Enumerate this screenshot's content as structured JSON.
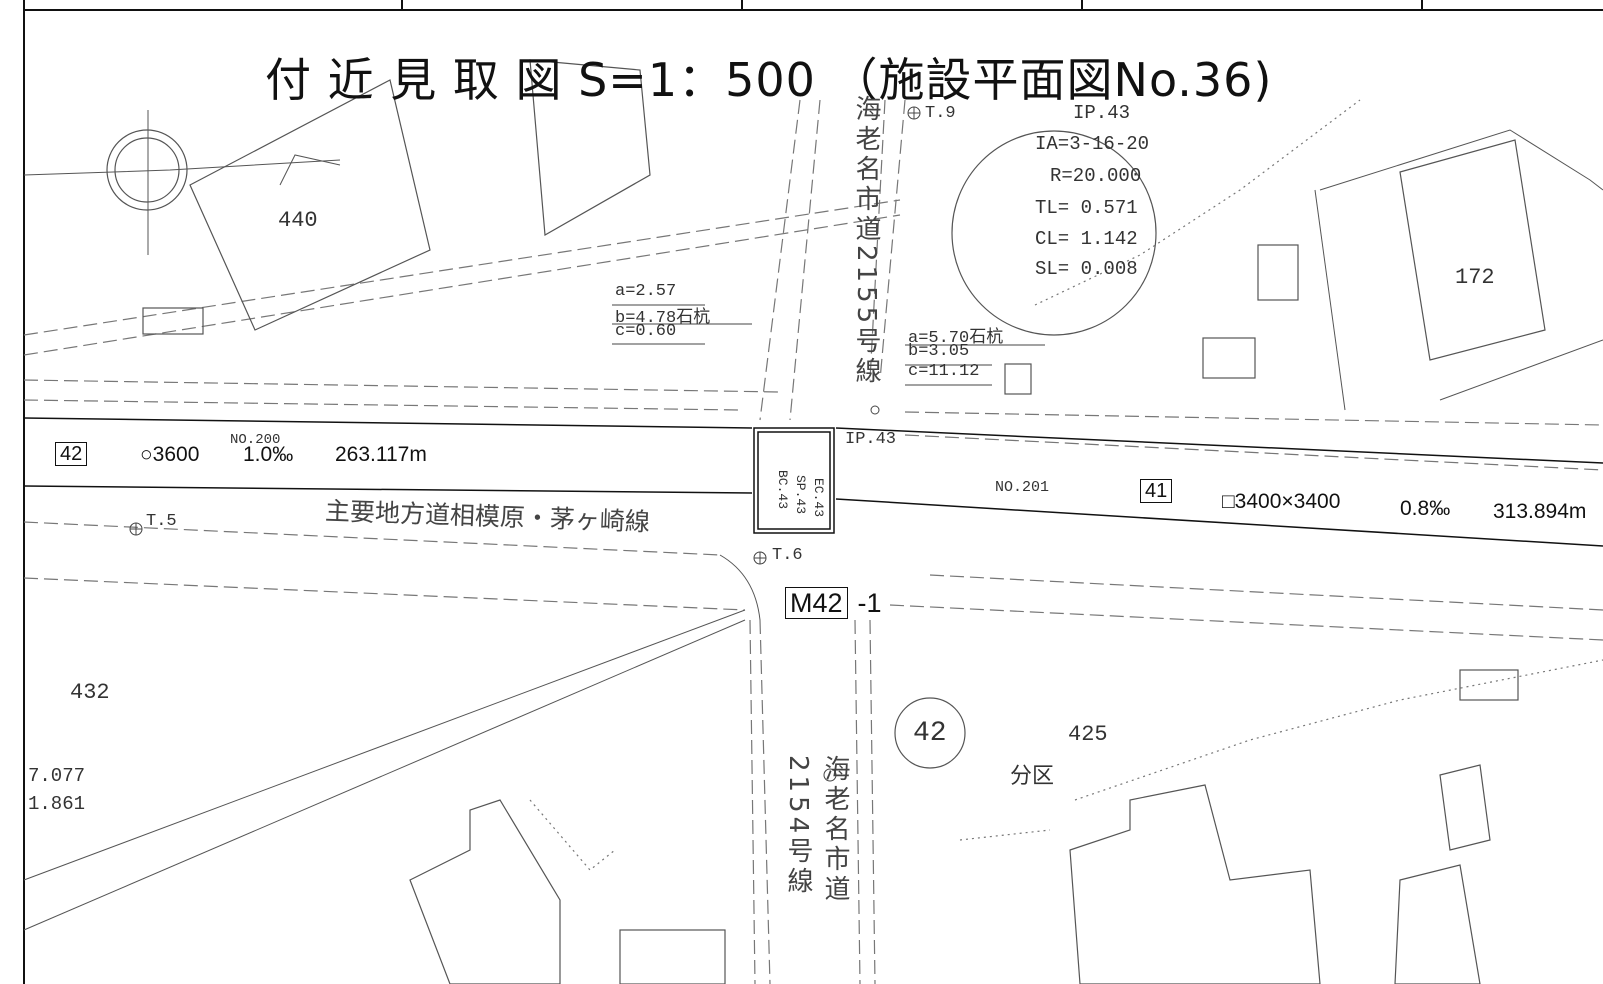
{
  "title": "付 近 見 取 図  S=1：500 （施設平面図No.36)",
  "segment_west": {
    "id": "42",
    "spec": "○3600",
    "slope": "1.0‰",
    "length": "263.117m",
    "station": "NO.200"
  },
  "segment_east": {
    "id": "41",
    "spec": "□3400×3400",
    "slope": "0.8‰",
    "length": "313.894m",
    "station": "NO.201"
  },
  "manhole": {
    "id": "M42",
    "suffix": "-1"
  },
  "roads": {
    "north": "海老名市道2155号線",
    "south": "海老名市道2154号線",
    "main": "主要地方道相模原・茅ヶ崎線"
  },
  "curve": {
    "ip": "IP.43",
    "ia": "IA=3-16-20",
    "r": "R=20.000",
    "tl": "TL= 0.571",
    "cl": "CL= 1.142",
    "sl": "SL= 0.008"
  },
  "stakes": {
    "left": {
      "a": "a=2.57",
      "b": "b=4.78石杭",
      "c": "c=0.60"
    },
    "right": {
      "a": "a=5.70石杭",
      "b": "b=3.05",
      "c": "c=11.12"
    }
  },
  "parcels": [
    "440",
    "172",
    "432",
    "425"
  ],
  "district": {
    "number": "42",
    "label": "分区"
  },
  "points": [
    "T.9",
    "T.5",
    "T.6",
    "IP.43"
  ],
  "structure_labels": [
    "BC.43",
    "SP.43",
    "EC.43"
  ],
  "edge_values": [
    "7.077",
    "1.861"
  ]
}
